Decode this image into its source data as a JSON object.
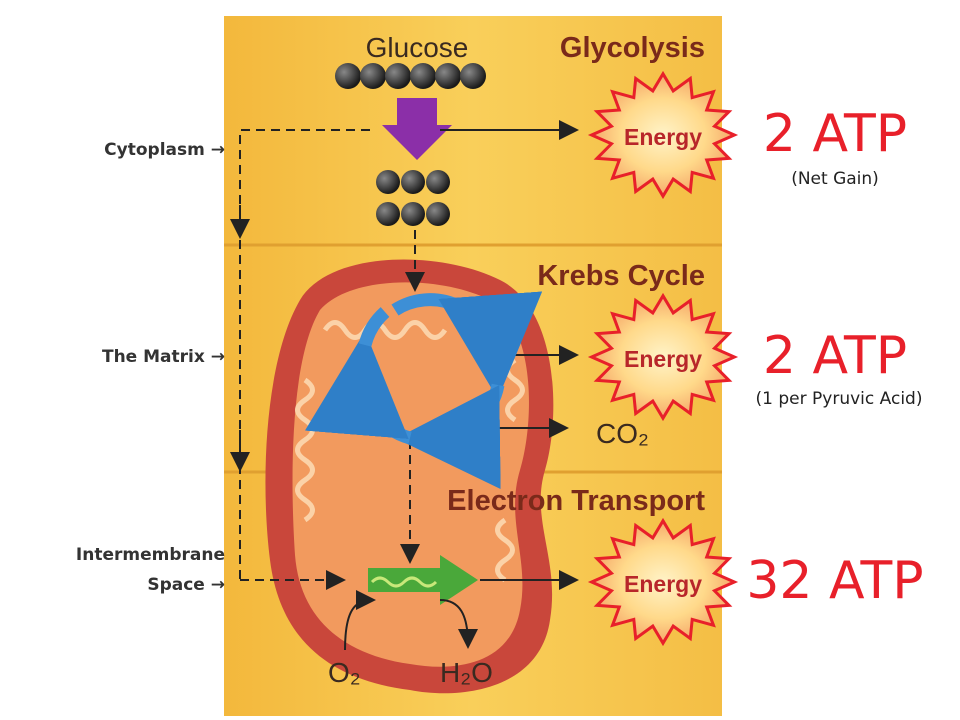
{
  "side_labels": {
    "cytoplasm": "Cytoplasm →",
    "matrix": "The Matrix →",
    "intermembrane_line1": "Intermembrane",
    "intermembrane_line2": "Space →"
  },
  "diagram": {
    "glucose": "Glucose",
    "glycolysis": "Glycolysis",
    "krebs": "Krebs Cycle",
    "electron": "Electron Transport",
    "co2": "CO₂",
    "o2": "O₂",
    "h2o": "H₂O",
    "energy": "Energy"
  },
  "atp": {
    "glycolysis_value": "2 ATP",
    "glycolysis_note": "(Net Gain)",
    "krebs_value": "2 ATP",
    "krebs_note": "(1 per Pyruvic Acid)",
    "electron_value": "32 ATP"
  },
  "colors": {
    "panel": "#f7c64a",
    "mito_outer": "#c8463a",
    "mito_inner": "#f29a5e",
    "cycle": "#3d8fd6",
    "purple": "#8b2fa8",
    "atp_red": "#e8202a",
    "stage_title": "#7a2a1a"
  }
}
